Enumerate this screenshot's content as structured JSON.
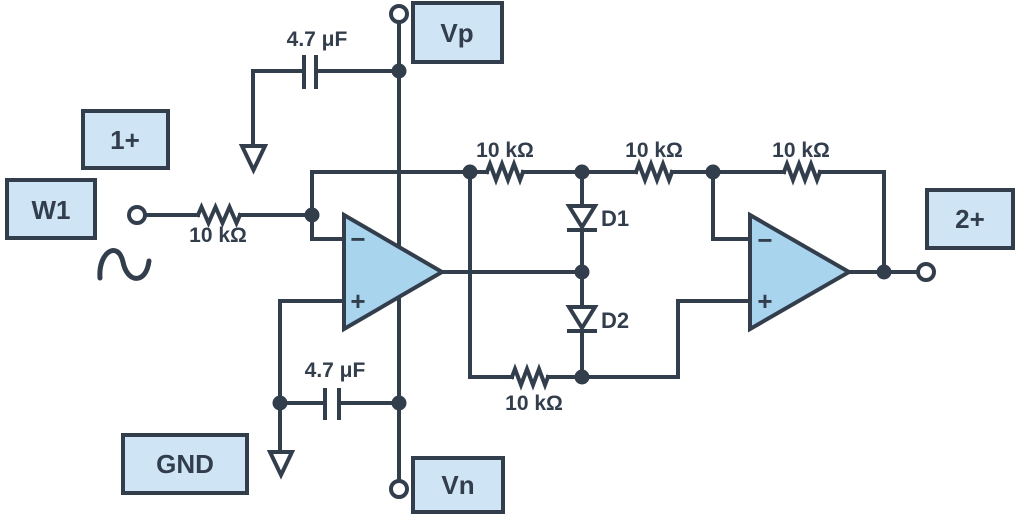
{
  "colors": {
    "line": "#333e4d",
    "box_fill": "#cfe4f5",
    "opamp_fill": "#a9d4ee",
    "background": "#ffffff"
  },
  "io_labels": {
    "vp": "Vp",
    "vn": "Vn",
    "gnd": "GND",
    "w1": "W1",
    "scope1": "1+",
    "scope2": "2+"
  },
  "components": {
    "cap_top": "4.7 μF",
    "cap_bottom": "4.7 μF",
    "r_input": "10 kΩ",
    "r_fb1": "10 kΩ",
    "r_fb2": "10 kΩ",
    "r_fb3": "10 kΩ",
    "r_bottom": "10 kΩ",
    "d1": "D1",
    "d2": "D2"
  },
  "opamps": {
    "a1_minus": "−",
    "a1_plus": "+",
    "a2_minus": "−",
    "a2_plus": "+"
  }
}
